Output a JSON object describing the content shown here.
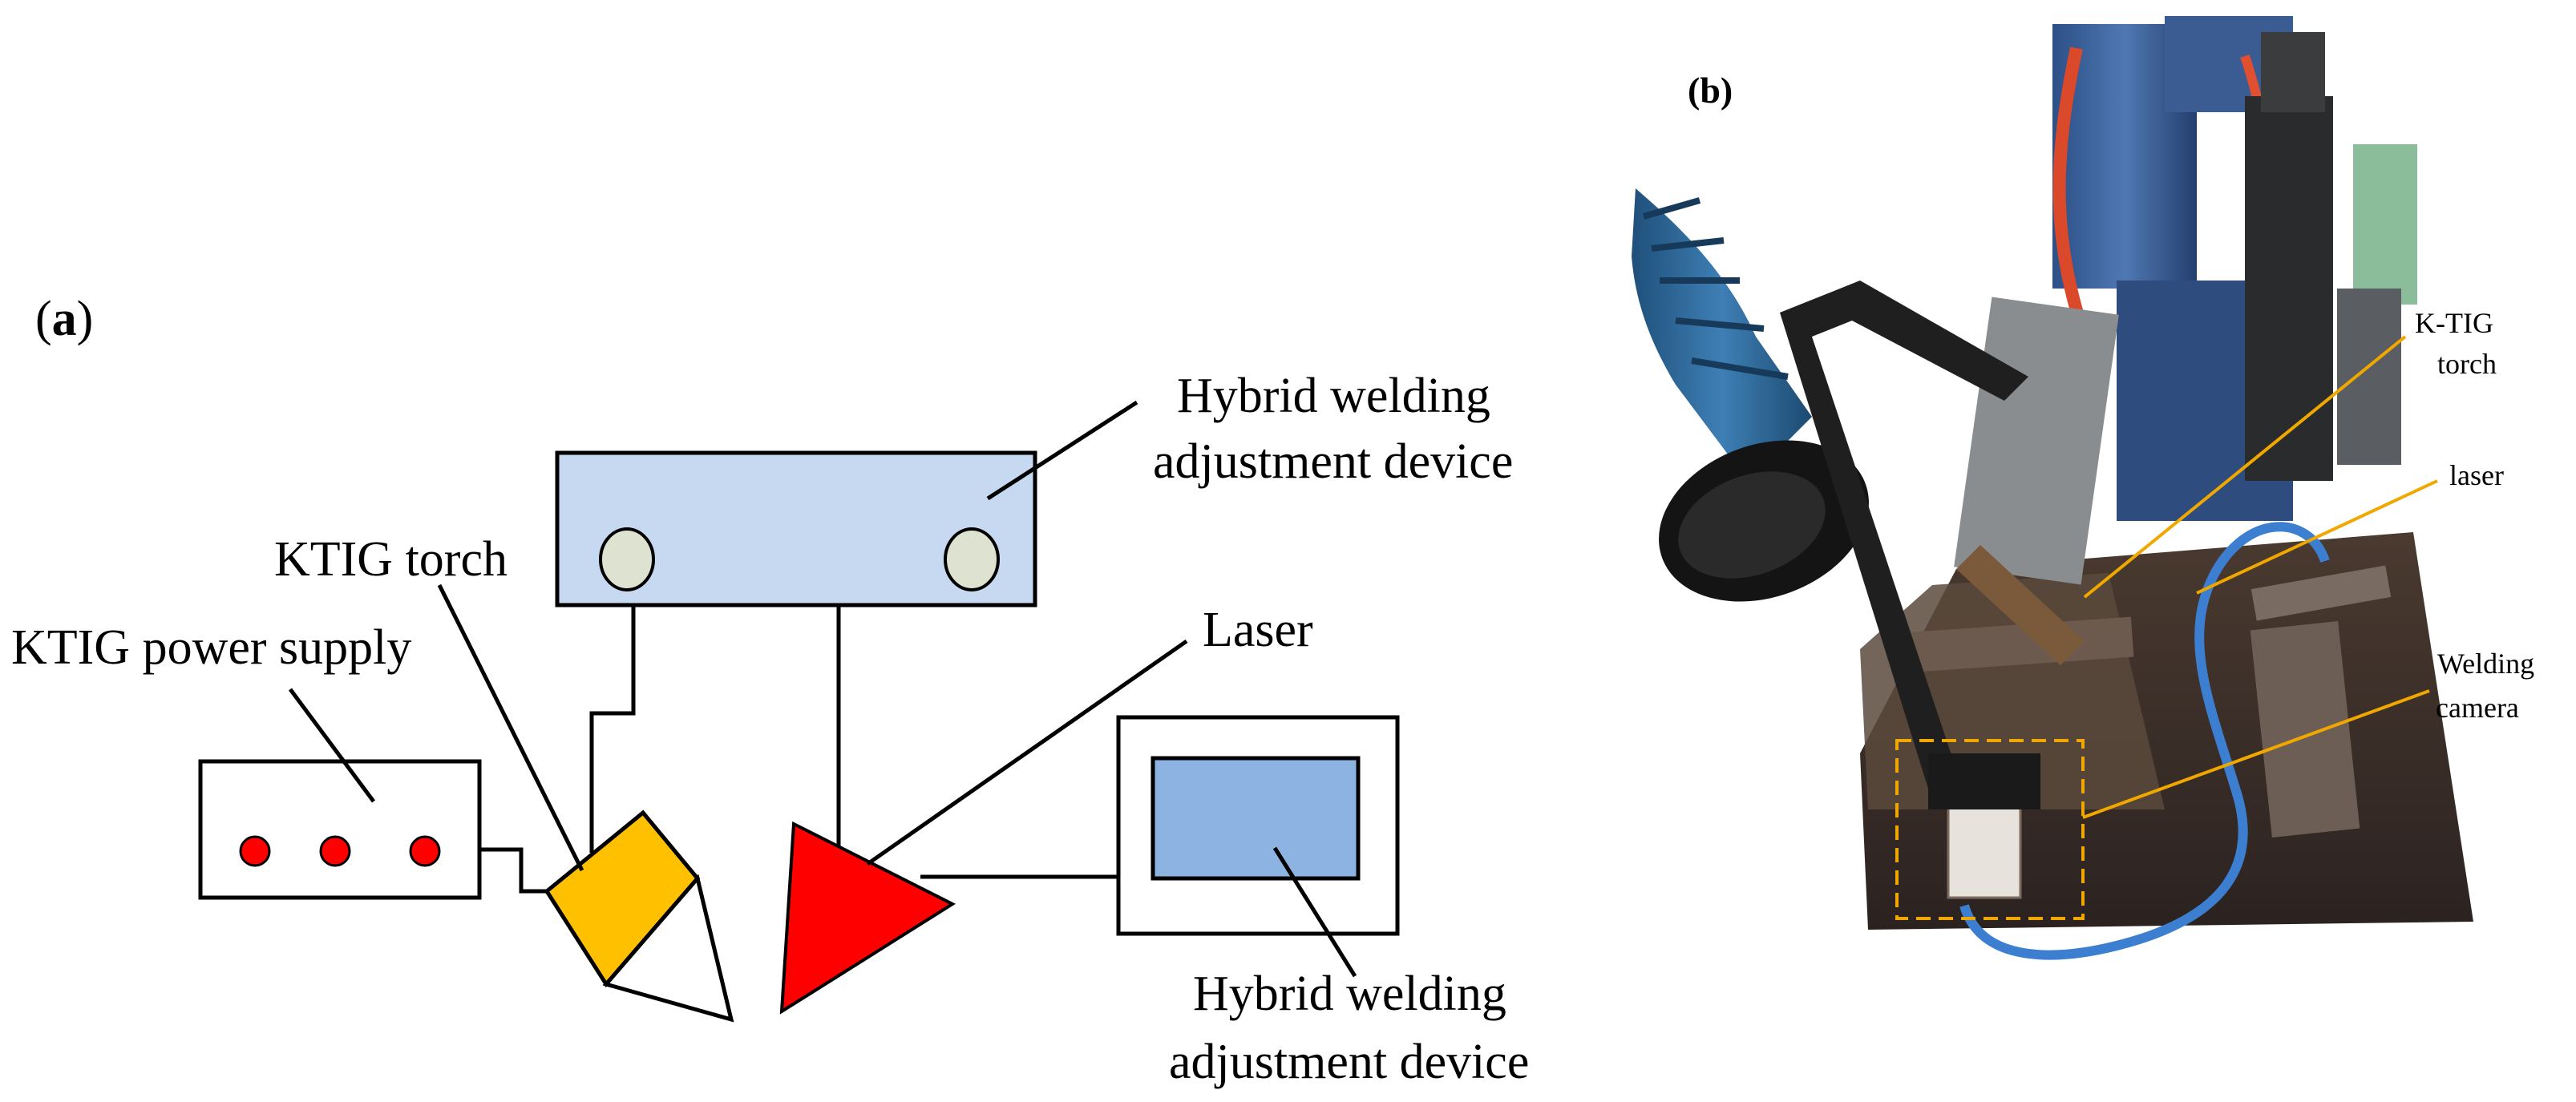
{
  "panel_a": {
    "label_open": "(",
    "label_letter": "a",
    "label_close": ")",
    "labels": {
      "hybrid_device_top_line1": "Hybrid welding",
      "hybrid_device_top_line2": "adjustment device",
      "ktig_torch": "KTIG torch",
      "ktig_power_supply": "KTIG power supply",
      "laser": "Laser",
      "hybrid_device_bottom_line1": "Hybrid welding",
      "hybrid_device_bottom_line2": "adjustment device"
    },
    "colors": {
      "device_box": "#c6d9f0",
      "monitor_screen": "#8db3e2",
      "torch": "#ffc000",
      "laser": "#ff0000",
      "indicator": "#ff0000",
      "knob": "#dde3d0"
    }
  },
  "panel_b": {
    "label": "(b)",
    "annotations": {
      "ktig_torch_line1": "K-TIG",
      "ktig_torch_line2": "torch",
      "laser": "laser",
      "welding_camera_line1": "Welding",
      "welding_camera_line2": "camera"
    },
    "colors": {
      "leader": "#f0a800",
      "camera_box": "#f0a800"
    }
  }
}
